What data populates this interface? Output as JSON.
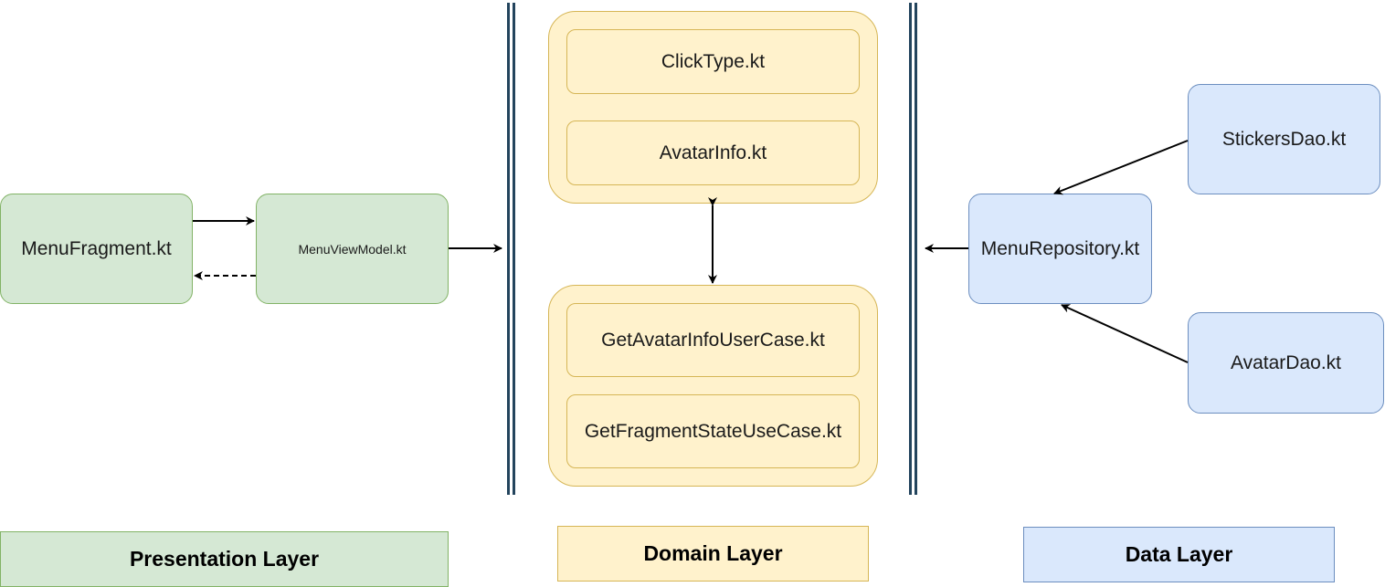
{
  "presentation": {
    "menu_fragment": "MenuFragment.kt",
    "menu_view_model": "MenuViewModel.kt",
    "layer_label": "Presentation Layer"
  },
  "domain": {
    "click_type": "ClickType.kt",
    "avatar_info": "AvatarInfo.kt",
    "get_avatar_info_use_case": "GetAvatarInfoUserCase.kt",
    "get_fragment_state_use_case": "GetFragmentStateUseCase.kt",
    "layer_label": "Domain Layer"
  },
  "data": {
    "stickers_dao": "StickersDao.kt",
    "menu_repository": "MenuRepository.kt",
    "avatar_dao": "AvatarDao.kt",
    "layer_label": "Data Layer"
  },
  "colors": {
    "presentation_fill": "#d5e8d4",
    "presentation_stroke": "#82b366",
    "domain_fill": "#fff2cc",
    "domain_stroke": "#d6b656",
    "data_fill": "#dae8fc",
    "data_stroke": "#6c8ebf",
    "divider": "#23445d"
  }
}
